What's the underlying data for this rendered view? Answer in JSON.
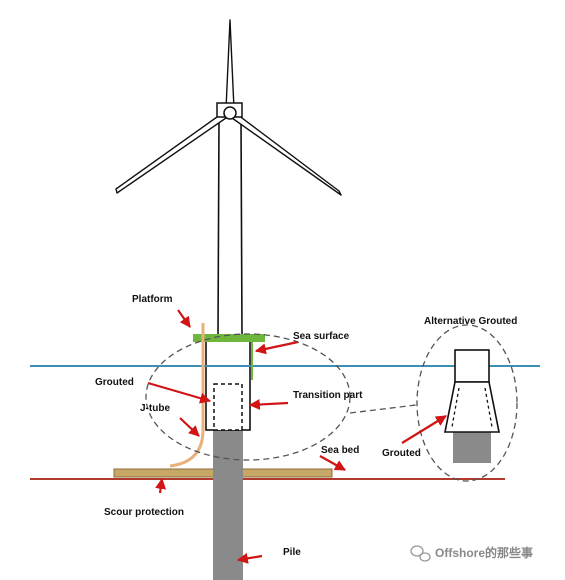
{
  "labels": {
    "platform": "Platform",
    "sea_surface": "Sea surface",
    "alternative_grouted": "Alternative Grouted",
    "grouted_left": "Grouted",
    "transition_part": "Transition part",
    "j_tube": "J-tube",
    "sea_bed": "Sea bed",
    "grouted_right": "Grouted",
    "scour_protection": "Scour protection",
    "pile": "Pile"
  },
  "watermark": {
    "text": "Offshore的那些事",
    "icon": "wechat-bubble-icon"
  },
  "colors": {
    "sea_surface": "#3b8fb5",
    "sea_bed": "#b03a2e",
    "platform": "#6fb63c",
    "pile": "#8a8a8a",
    "scour": "#c8a866",
    "j_tube": "#e8b07a",
    "arrow": "#d11414"
  }
}
